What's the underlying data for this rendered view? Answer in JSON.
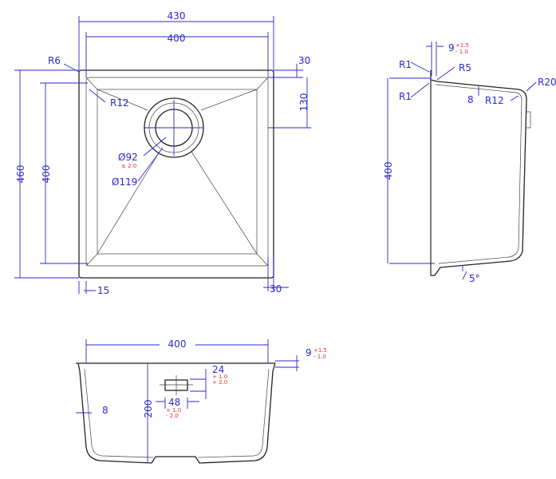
{
  "colors": {
    "outline": "#222222",
    "dimension": "#2a2ad0",
    "tolerance": "#e03030"
  },
  "top_view": {
    "outer_width": "430",
    "inner_width": "400",
    "outer_height": "460",
    "inner_height": "400",
    "corner_outer": "R6",
    "corner_inner": "R12",
    "top_offset": "30",
    "drain_offset": "130",
    "drain_dia": "Ø92",
    "drain_tol": "± 2.0",
    "drain_outer_dia": "Ø119",
    "side_margin": "15",
    "bottom_offset": "30"
  },
  "side_view": {
    "flange": "9",
    "flange_tol_plus": "+1.5",
    "flange_tol_minus": "- 1.0",
    "r1_top": "R1",
    "r5": "R5",
    "r20": "R20",
    "r1_bottom": "R1",
    "thickness": "8",
    "r12": "R12",
    "depth": "400",
    "draft": "5°"
  },
  "front_view": {
    "width": "400",
    "flange": "9",
    "flange_tol_plus": "+1.5",
    "flange_tol_minus": "- 1.0",
    "overflow_h": "24",
    "overflow_h_tol_plus": "+ 1.0",
    "overflow_h_tol_minus": "+ 2.0",
    "overflow_pos": "200",
    "overflow_w": "48",
    "overflow_w_tol_plus": "+ 1.0",
    "overflow_w_tol_minus": "- 2.0",
    "wall": "8"
  }
}
